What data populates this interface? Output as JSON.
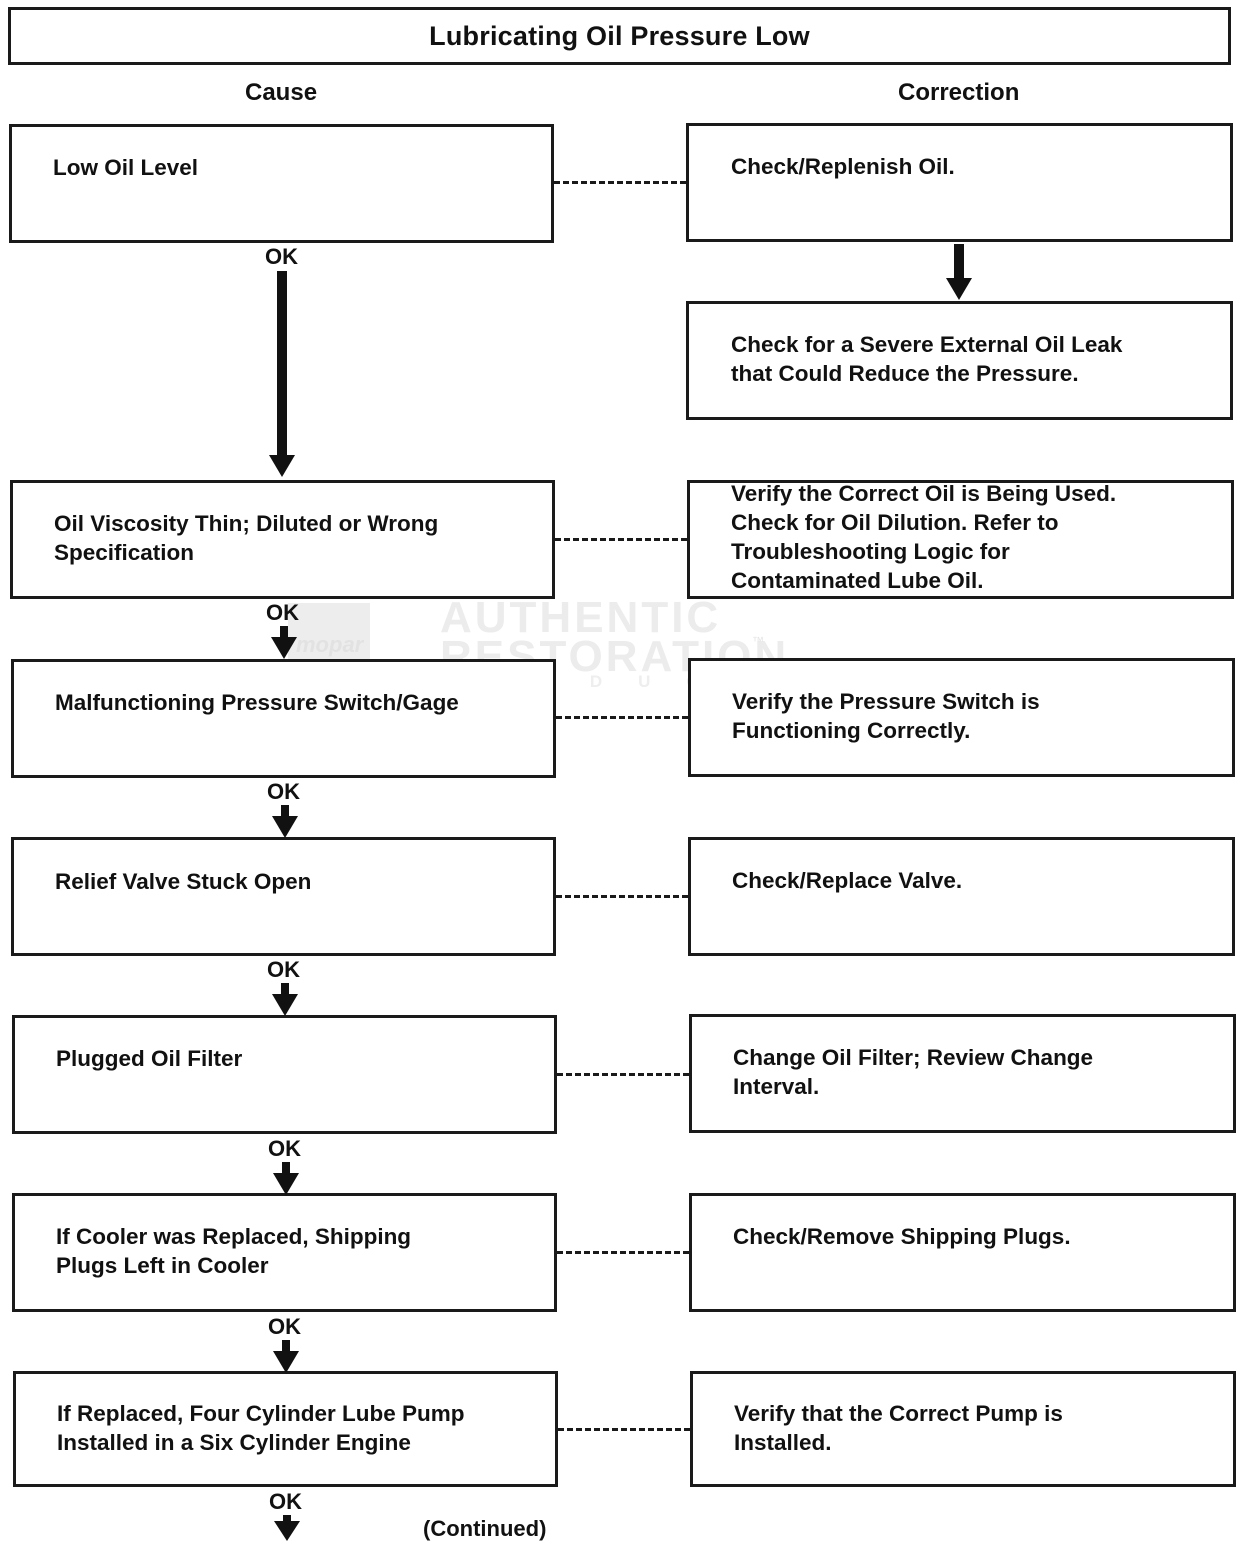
{
  "title": "Lubricating Oil Pressure Low",
  "headers": {
    "cause": "Cause",
    "correction": "Correction"
  },
  "causes": [
    "Low Oil Level",
    "Oil Viscosity Thin; Diluted or Wrong\nSpecification",
    "Malfunctioning Pressure Switch/Gage",
    "Relief Valve Stuck Open",
    "Plugged Oil Filter",
    "If Cooler was Replaced, Shipping\nPlugs Left in Cooler",
    "If Replaced, Four Cylinder Lube Pump\nInstalled in a Six Cylinder Engine"
  ],
  "corrections": [
    "Check/Replenish Oil.",
    "Check for a Severe External Oil Leak\nthat Could Reduce the Pressure.",
    "Verify the Correct Oil is Being Used.\nCheck for Oil Dilution. Refer to\nTroubleshooting Logic for\nContaminated Lube Oil.",
    "Verify the Pressure Switch is\nFunctioning Correctly.",
    "Check/Replace Valve.",
    "Change Oil Filter; Review Change\nInterval.",
    "Check/Remove Shipping Plugs.",
    "Verify that the Correct Pump is\nInstalled."
  ],
  "ok_label": "OK",
  "continued": "(Continued)",
  "watermark": {
    "brand": "mopar",
    "line1": "AUTHENTIC",
    "line2": "RESTORATION",
    "line3": "PRODUCT",
    "tm": "™"
  }
}
